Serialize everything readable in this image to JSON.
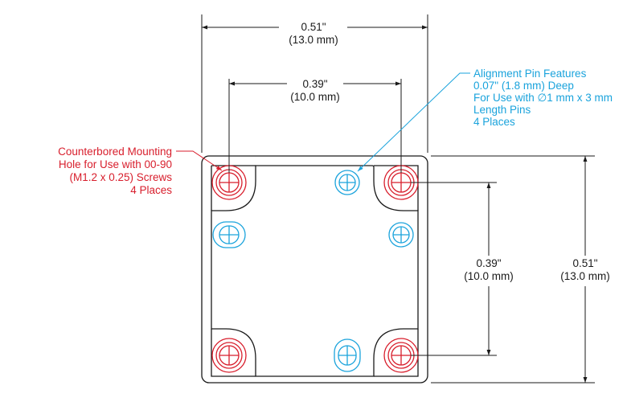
{
  "colors": {
    "outline": "#1a1a1a",
    "mounting_hole": "#d81e2c",
    "alignment_pin": "#1aa3dc"
  },
  "dimensions": {
    "top_width": {
      "inch": "0.51\"",
      "mm": "(13.0 mm)"
    },
    "hole_spacing_horizontal": {
      "inch": "0.39\"",
      "mm": "(10.0 mm)"
    },
    "hole_spacing_vertical": {
      "inch": "0.39\"",
      "mm": "(10.0 mm)"
    },
    "right_height": {
      "inch": "0.51\"",
      "mm": "(13.0 mm)"
    }
  },
  "callouts": {
    "mounting_hole": {
      "lines": [
        "Counterbored Mounting",
        "Hole for Use with 00-90",
        "(M1.2 x 0.25) Screws",
        "4 Places"
      ]
    },
    "alignment_pin": {
      "lines": [
        "Alignment Pin Features",
        "0.07\" (1.8 mm) Deep",
        "For Use with ∅1 mm x 3 mm",
        "Length Pins",
        "4 Places"
      ]
    }
  }
}
